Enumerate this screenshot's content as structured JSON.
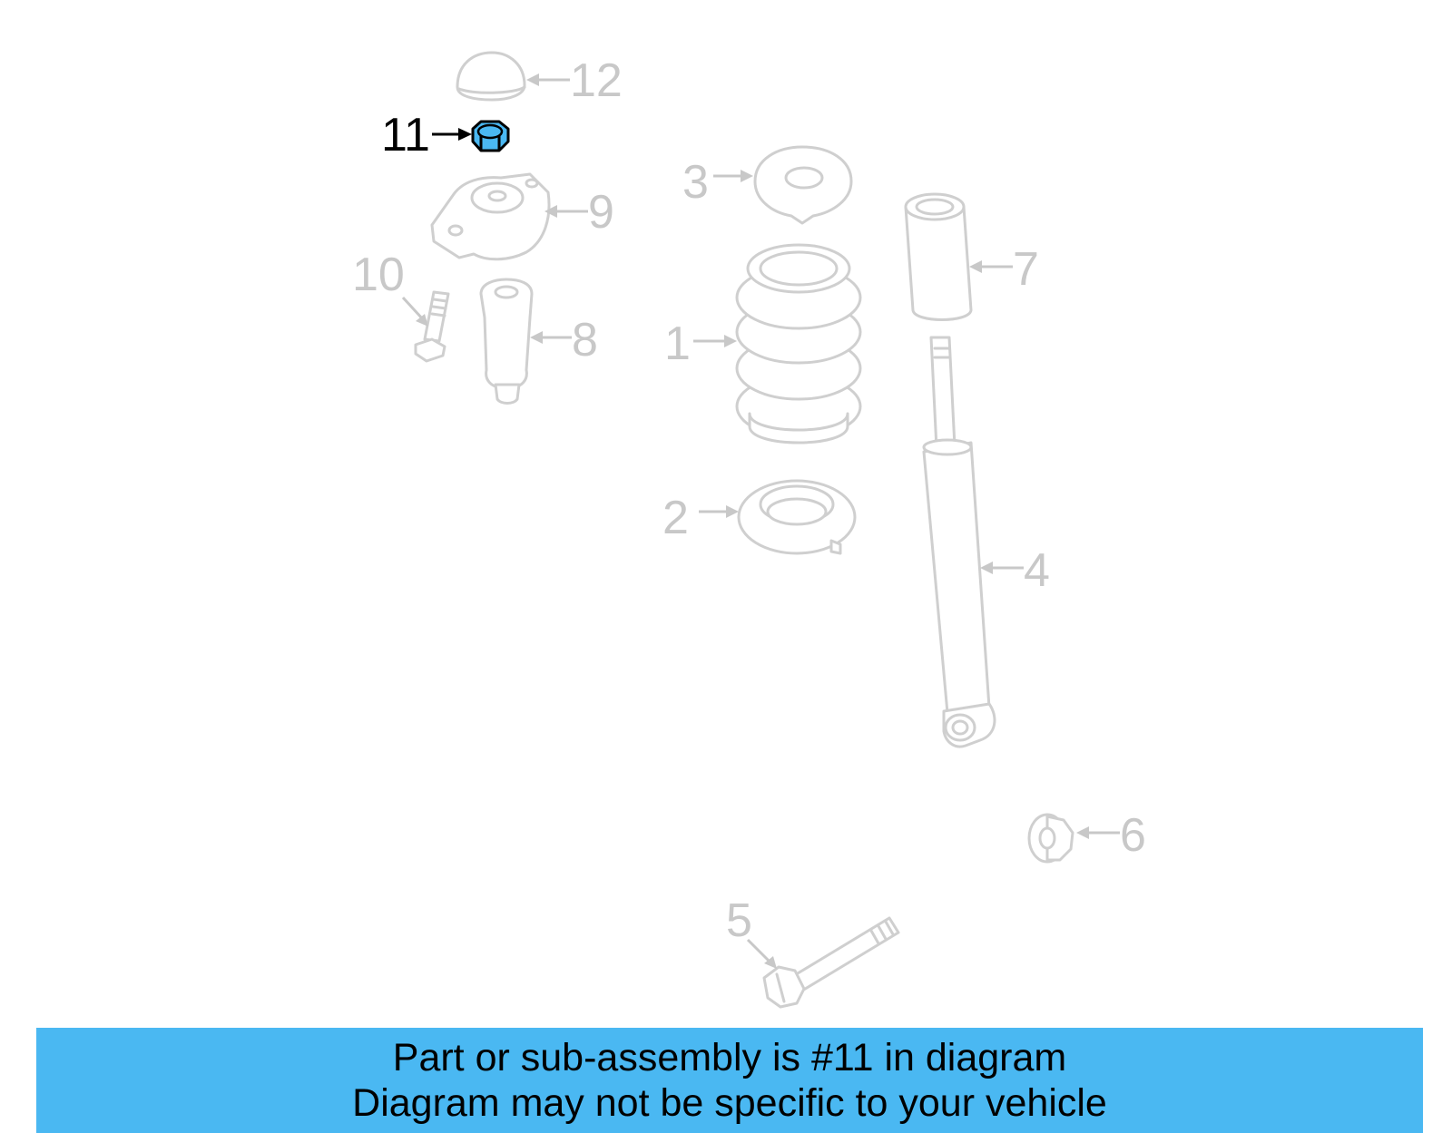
{
  "colors": {
    "highlight": "#4ab8f2",
    "banner_background": "#4ab8f2",
    "faded_part": "#cfcfcf",
    "highlight_outline": "#000000"
  },
  "callouts": {
    "c1": "1",
    "c2": "2",
    "c3": "3",
    "c4": "4",
    "c5": "5",
    "c6": "6",
    "c7": "7",
    "c8": "8",
    "c9": "9",
    "c10": "10",
    "c11": "11",
    "c12": "12"
  },
  "highlighted_part": "11",
  "banner": {
    "line1": "Part or sub-assembly is #11 in diagram",
    "line2": "Diagram may not be specific to your vehicle"
  }
}
